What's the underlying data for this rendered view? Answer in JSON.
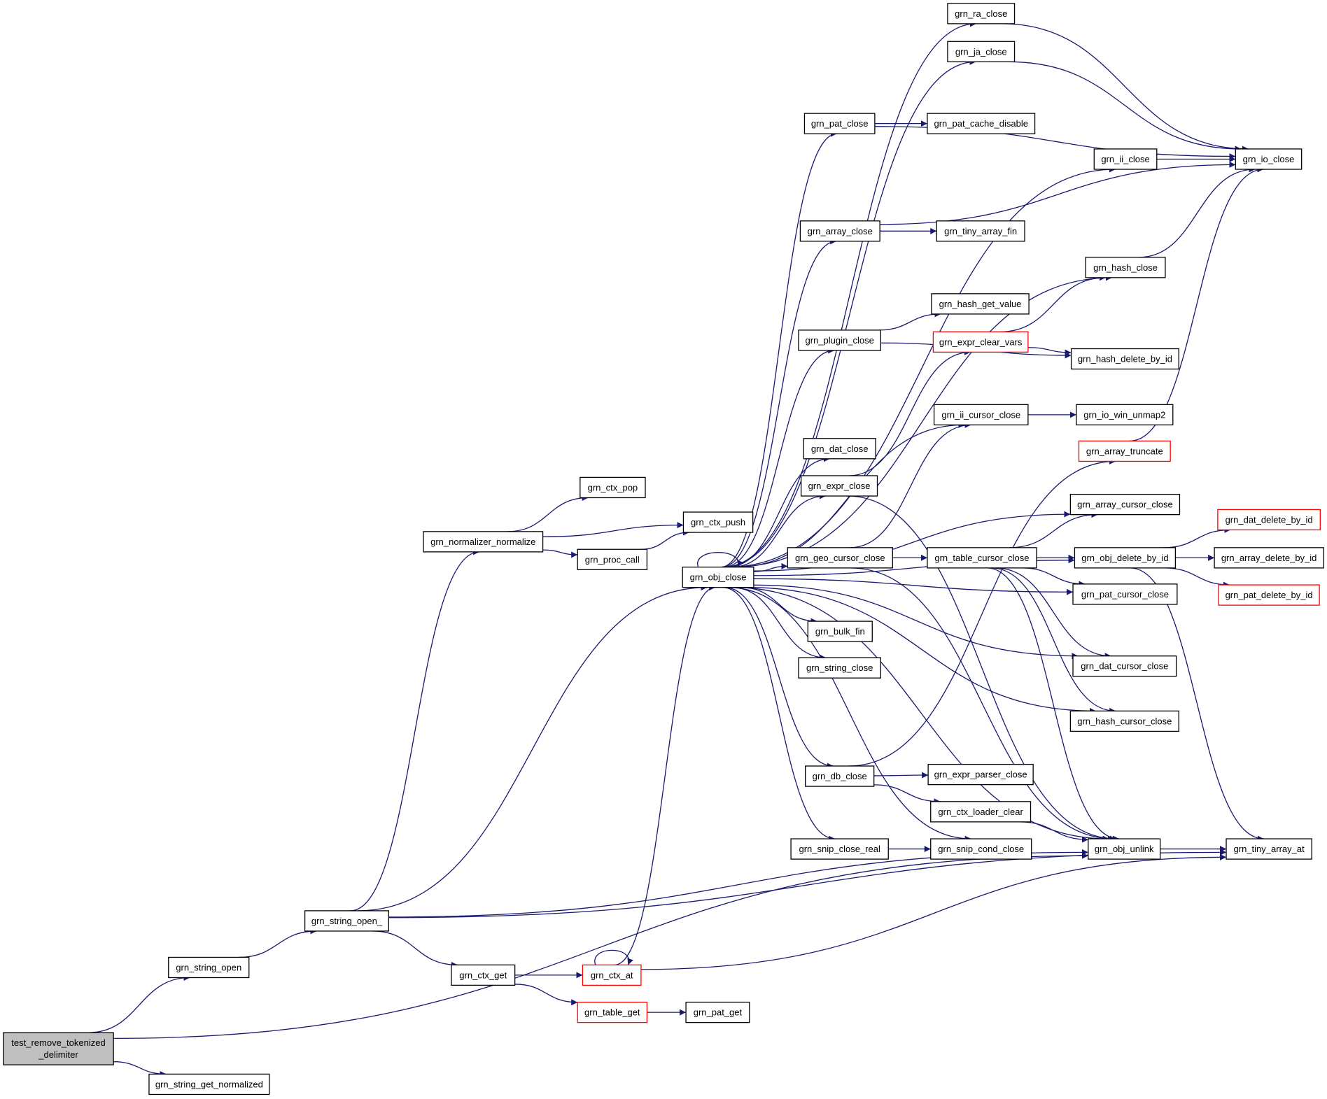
{
  "colors": {
    "edge": "#191970",
    "border": "#000000",
    "border_truncated": "#ff0000",
    "root_fill": "#bfbfbf",
    "node_fill": "#ffffff"
  },
  "nodes": [
    {
      "id": "root",
      "lines": [
        "test_remove_tokenized",
        "_delimiter"
      ],
      "kind": "root"
    },
    {
      "id": "string_get_normalized",
      "lines": [
        "grn_string_get_normalized"
      ],
      "kind": "normal"
    },
    {
      "id": "string_open",
      "lines": [
        "grn_string_open"
      ],
      "kind": "normal"
    },
    {
      "id": "string_open_",
      "lines": [
        "grn_string_open_"
      ],
      "kind": "normal"
    },
    {
      "id": "ctx_get",
      "lines": [
        "grn_ctx_get"
      ],
      "kind": "normal"
    },
    {
      "id": "ctx_at",
      "lines": [
        "grn_ctx_at"
      ],
      "kind": "truncated"
    },
    {
      "id": "table_get",
      "lines": [
        "grn_table_get"
      ],
      "kind": "truncated"
    },
    {
      "id": "pat_get",
      "lines": [
        "grn_pat_get"
      ],
      "kind": "normal"
    },
    {
      "id": "normalizer_normalize",
      "lines": [
        "grn_normalizer_normalize"
      ],
      "kind": "normal"
    },
    {
      "id": "ctx_pop",
      "lines": [
        "grn_ctx_pop"
      ],
      "kind": "normal"
    },
    {
      "id": "ctx_push",
      "lines": [
        "grn_ctx_push"
      ],
      "kind": "normal"
    },
    {
      "id": "proc_call",
      "lines": [
        "grn_proc_call"
      ],
      "kind": "normal"
    },
    {
      "id": "obj_close",
      "lines": [
        "grn_obj_close"
      ],
      "kind": "normal"
    },
    {
      "id": "ra_close",
      "lines": [
        "grn_ra_close"
      ],
      "kind": "normal"
    },
    {
      "id": "ja_close",
      "lines": [
        "grn_ja_close"
      ],
      "kind": "normal"
    },
    {
      "id": "pat_close",
      "lines": [
        "grn_pat_close"
      ],
      "kind": "normal"
    },
    {
      "id": "pat_cache_disable",
      "lines": [
        "grn_pat_cache_disable"
      ],
      "kind": "normal"
    },
    {
      "id": "ii_close",
      "lines": [
        "grn_ii_close"
      ],
      "kind": "normal"
    },
    {
      "id": "io_close",
      "lines": [
        "grn_io_close"
      ],
      "kind": "normal"
    },
    {
      "id": "array_close",
      "lines": [
        "grn_array_close"
      ],
      "kind": "normal"
    },
    {
      "id": "tiny_array_fin",
      "lines": [
        "grn_tiny_array_fin"
      ],
      "kind": "normal"
    },
    {
      "id": "hash_close",
      "lines": [
        "grn_hash_close"
      ],
      "kind": "normal"
    },
    {
      "id": "hash_get_value",
      "lines": [
        "grn_hash_get_value"
      ],
      "kind": "normal"
    },
    {
      "id": "plugin_close",
      "lines": [
        "grn_plugin_close"
      ],
      "kind": "normal"
    },
    {
      "id": "expr_clear_vars",
      "lines": [
        "grn_expr_clear_vars"
      ],
      "kind": "truncated"
    },
    {
      "id": "hash_delete_by_id",
      "lines": [
        "grn_hash_delete_by_id"
      ],
      "kind": "normal"
    },
    {
      "id": "ii_cursor_close",
      "lines": [
        "grn_ii_cursor_close"
      ],
      "kind": "normal"
    },
    {
      "id": "io_win_unmap2",
      "lines": [
        "grn_io_win_unmap2"
      ],
      "kind": "normal"
    },
    {
      "id": "dat_close",
      "lines": [
        "grn_dat_close"
      ],
      "kind": "normal"
    },
    {
      "id": "array_truncate",
      "lines": [
        "grn_array_truncate"
      ],
      "kind": "truncated"
    },
    {
      "id": "expr_close",
      "lines": [
        "grn_expr_close"
      ],
      "kind": "normal"
    },
    {
      "id": "array_cursor_close",
      "lines": [
        "grn_array_cursor_close"
      ],
      "kind": "normal"
    },
    {
      "id": "geo_cursor_close",
      "lines": [
        "grn_geo_cursor_close"
      ],
      "kind": "normal"
    },
    {
      "id": "table_cursor_close",
      "lines": [
        "grn_table_cursor_close"
      ],
      "kind": "normal"
    },
    {
      "id": "obj_delete_by_id",
      "lines": [
        "grn_obj_delete_by_id"
      ],
      "kind": "normal"
    },
    {
      "id": "dat_delete_by_id",
      "lines": [
        "grn_dat_delete_by_id"
      ],
      "kind": "truncated"
    },
    {
      "id": "array_delete_by_id",
      "lines": [
        "grn_array_delete_by_id"
      ],
      "kind": "normal"
    },
    {
      "id": "pat_delete_by_id",
      "lines": [
        "grn_pat_delete_by_id"
      ],
      "kind": "truncated"
    },
    {
      "id": "pat_cursor_close",
      "lines": [
        "grn_pat_cursor_close"
      ],
      "kind": "normal"
    },
    {
      "id": "bulk_fin",
      "lines": [
        "grn_bulk_fin"
      ],
      "kind": "normal"
    },
    {
      "id": "string_close",
      "lines": [
        "grn_string_close"
      ],
      "kind": "normal"
    },
    {
      "id": "dat_cursor_close",
      "lines": [
        "grn_dat_cursor_close"
      ],
      "kind": "normal"
    },
    {
      "id": "hash_cursor_close",
      "lines": [
        "grn_hash_cursor_close"
      ],
      "kind": "normal"
    },
    {
      "id": "db_close",
      "lines": [
        "grn_db_close"
      ],
      "kind": "normal"
    },
    {
      "id": "expr_parser_close",
      "lines": [
        "grn_expr_parser_close"
      ],
      "kind": "normal"
    },
    {
      "id": "ctx_loader_clear",
      "lines": [
        "grn_ctx_loader_clear"
      ],
      "kind": "normal"
    },
    {
      "id": "snip_close_real",
      "lines": [
        "grn_snip_close_real"
      ],
      "kind": "normal"
    },
    {
      "id": "snip_cond_close",
      "lines": [
        "grn_snip_cond_close"
      ],
      "kind": "normal"
    },
    {
      "id": "obj_unlink",
      "lines": [
        "grn_obj_unlink"
      ],
      "kind": "normal"
    },
    {
      "id": "tiny_array_at",
      "lines": [
        "grn_tiny_array_at"
      ],
      "kind": "normal"
    }
  ],
  "edges": [
    [
      "root",
      "string_open"
    ],
    [
      "root",
      "string_get_normalized"
    ],
    [
      "root",
      "obj_unlink"
    ],
    [
      "string_open",
      "string_open_"
    ],
    [
      "string_open_",
      "normalizer_normalize"
    ],
    [
      "string_open_",
      "obj_close"
    ],
    [
      "string_open_",
      "ctx_get"
    ],
    [
      "string_open_",
      "tiny_array_at"
    ],
    [
      "string_open_",
      "obj_unlink"
    ],
    [
      "ctx_get",
      "ctx_at"
    ],
    [
      "ctx_get",
      "table_get"
    ],
    [
      "ctx_at",
      "ctx_at"
    ],
    [
      "ctx_at",
      "obj_close"
    ],
    [
      "ctx_at",
      "tiny_array_at"
    ],
    [
      "table_get",
      "pat_get"
    ],
    [
      "normalizer_normalize",
      "ctx_pop"
    ],
    [
      "normalizer_normalize",
      "ctx_push"
    ],
    [
      "normalizer_normalize",
      "proc_call"
    ],
    [
      "proc_call",
      "ctx_push"
    ],
    [
      "obj_close",
      "obj_close"
    ],
    [
      "obj_close",
      "ra_close"
    ],
    [
      "obj_close",
      "ja_close"
    ],
    [
      "obj_close",
      "pat_close"
    ],
    [
      "obj_close",
      "ii_close"
    ],
    [
      "obj_close",
      "array_close"
    ],
    [
      "obj_close",
      "hash_close"
    ],
    [
      "obj_close",
      "plugin_close"
    ],
    [
      "obj_close",
      "ii_cursor_close"
    ],
    [
      "obj_close",
      "dat_close"
    ],
    [
      "obj_close",
      "expr_close"
    ],
    [
      "obj_close",
      "array_cursor_close"
    ],
    [
      "obj_close",
      "geo_cursor_close"
    ],
    [
      "obj_close",
      "obj_delete_by_id"
    ],
    [
      "obj_close",
      "pat_cursor_close"
    ],
    [
      "obj_close",
      "bulk_fin"
    ],
    [
      "obj_close",
      "string_close"
    ],
    [
      "obj_close",
      "dat_cursor_close"
    ],
    [
      "obj_close",
      "hash_cursor_close"
    ],
    [
      "obj_close",
      "db_close"
    ],
    [
      "obj_close",
      "snip_close_real"
    ],
    [
      "obj_close",
      "snip_cond_close"
    ],
    [
      "obj_close",
      "obj_unlink"
    ],
    [
      "ra_close",
      "io_close"
    ],
    [
      "ja_close",
      "io_close"
    ],
    [
      "pat_close",
      "pat_cache_disable"
    ],
    [
      "pat_close",
      "io_close"
    ],
    [
      "ii_close",
      "io_close"
    ],
    [
      "array_close",
      "tiny_array_fin"
    ],
    [
      "array_close",
      "io_close"
    ],
    [
      "hash_close",
      "io_close"
    ],
    [
      "plugin_close",
      "hash_get_value"
    ],
    [
      "plugin_close",
      "hash_delete_by_id"
    ],
    [
      "expr_clear_vars",
      "hash_close"
    ],
    [
      "expr_clear_vars",
      "hash_delete_by_id"
    ],
    [
      "ii_cursor_close",
      "io_win_unmap2"
    ],
    [
      "array_truncate",
      "io_close"
    ],
    [
      "expr_close",
      "expr_clear_vars"
    ],
    [
      "expr_close",
      "obj_unlink"
    ],
    [
      "geo_cursor_close",
      "table_cursor_close"
    ],
    [
      "geo_cursor_close",
      "ii_cursor_close"
    ],
    [
      "geo_cursor_close",
      "obj_unlink"
    ],
    [
      "table_cursor_close",
      "obj_delete_by_id"
    ],
    [
      "table_cursor_close",
      "pat_cursor_close"
    ],
    [
      "table_cursor_close",
      "dat_cursor_close"
    ],
    [
      "table_cursor_close",
      "hash_cursor_close"
    ],
    [
      "table_cursor_close",
      "array_cursor_close"
    ],
    [
      "table_cursor_close",
      "obj_unlink"
    ],
    [
      "obj_delete_by_id",
      "dat_delete_by_id"
    ],
    [
      "obj_delete_by_id",
      "array_delete_by_id"
    ],
    [
      "obj_delete_by_id",
      "pat_delete_by_id"
    ],
    [
      "obj_delete_by_id",
      "tiny_array_at"
    ],
    [
      "db_close",
      "expr_parser_close"
    ],
    [
      "db_close",
      "ctx_loader_clear"
    ],
    [
      "db_close",
      "array_truncate"
    ],
    [
      "ctx_loader_clear",
      "obj_unlink"
    ],
    [
      "snip_close_real",
      "snip_cond_close"
    ],
    [
      "obj_unlink",
      "tiny_array_at"
    ]
  ]
}
